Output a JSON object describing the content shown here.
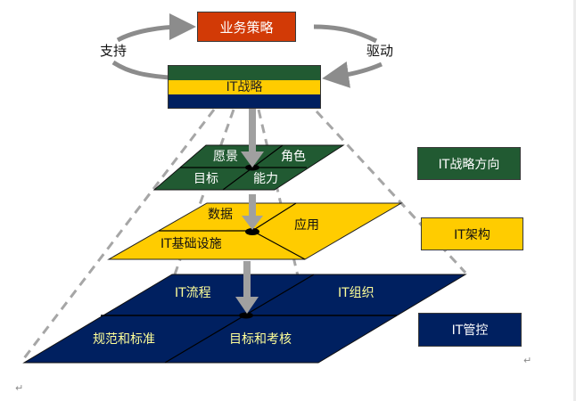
{
  "top": {
    "business_strategy": "业务策略",
    "support": "支持",
    "drive": "驱动",
    "it_strategy": "IT战略"
  },
  "layers": {
    "strategy_plane": {
      "cells": [
        "愿景",
        "角色",
        "目标",
        "能力"
      ]
    },
    "architecture_plane": {
      "cells": [
        "数据",
        "应用",
        "IT基础设施"
      ]
    },
    "governance_plane": {
      "cells": [
        "IT流程",
        "IT组织",
        "规范和标准",
        "目标和考核"
      ]
    }
  },
  "legend": {
    "strategy_direction": "IT战略方向",
    "architecture": "IT架构",
    "governance": "IT管控"
  },
  "marks": {
    "paragraph": "↵"
  },
  "colors": {
    "business_red": "#d23a06",
    "green": "#215a32",
    "yellow": "#ffcc00",
    "navy": "#002060",
    "arrow_gray": "#8c8c8c",
    "dash_gray": "#a6a6a6",
    "light_text": "#ffff99"
  }
}
